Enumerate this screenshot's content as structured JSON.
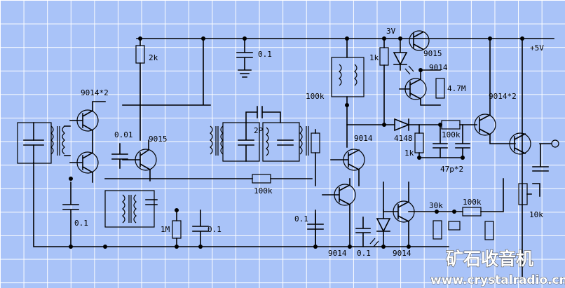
{
  "diagram": {
    "labels": {
      "q1": "9014*2",
      "c_001": "0.01",
      "q_9015a": "9015",
      "r_2k": "2k",
      "c_01_top": "0.1",
      "c_2p": "2P",
      "r_100k_mid": "100k",
      "c_01_left": "0.1",
      "r_1m": "1M",
      "c_01_mid": "0.1",
      "r_100k_b": "100k",
      "q_9014a": "9014",
      "c_01_low": "0.1",
      "q_9014b": "9014",
      "c_01_bot": "0.1",
      "supply_3v": "3V",
      "r_1k_top": "1k",
      "q_9015b": "9015",
      "q_9014c": "9014",
      "r_47m": "4.7M",
      "d_4148": "4148",
      "r_1k_mid": "1k",
      "r_100k_c": "100k",
      "c_47p": "47p*2",
      "q_9014d": "9014",
      "r_30k": "30k",
      "r_100k_d": "100k",
      "q_9014_2b": "9014*2",
      "supply_5v": "+5V",
      "vr_10k": "10k"
    },
    "watermark": {
      "title": "矿石收音机",
      "url": "www.crystalradio.cn"
    }
  }
}
